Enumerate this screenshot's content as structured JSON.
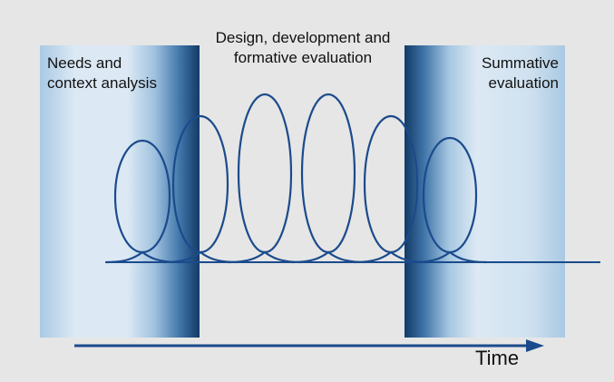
{
  "phases": {
    "needs": [
      "Needs and",
      "context analysis"
    ],
    "design": [
      "Design, development and",
      "formative evaluation"
    ],
    "summative": [
      "Summative",
      "evaluation"
    ]
  },
  "axis": {
    "label": "Time"
  },
  "colors": {
    "background": "#e6e6e6",
    "panel_light": "#e3eef7",
    "panel_mid": "#a8c8e2",
    "panel_dark": "#16406f",
    "loop_stroke": "#1b4b8c",
    "arrow": "#1b4b8c"
  },
  "loops": {
    "count": 6
  }
}
